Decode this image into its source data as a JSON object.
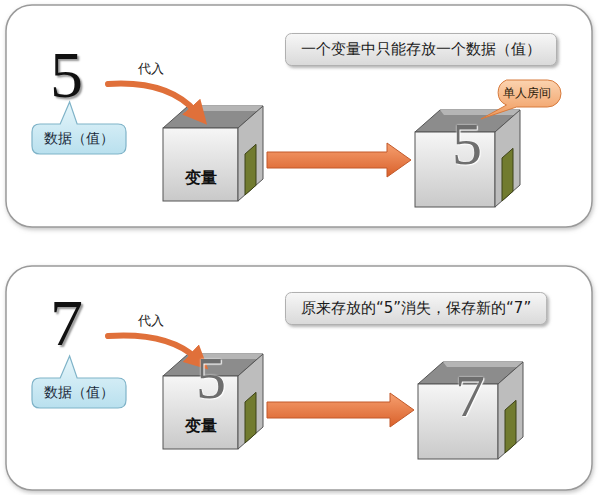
{
  "diagram": {
    "nodes": [
      {
        "text": [
          "一个变量中只能存放一个数据（值）"
        ]
      },
      {
        "text": [
          "数据（值）"
        ]
      },
      {
        "text": [
          "变量"
        ]
      },
      {
        "text": [
          "5"
        ]
      },
      {
        "text": [
          "单人房间"
        ]
      },
      {
        "text": [
          "原来存放的“5”消失，保存新的“7”"
        ]
      },
      {
        "text": [
          "数据（值）"
        ]
      },
      {
        "text": [
          "5",
          "变量"
        ]
      },
      {
        "text": [
          "7"
        ]
      }
    ],
    "edges": [
      {
        "from": 2,
        "to": 3,
        "arrow": "to"
      },
      {
        "from": 7,
        "to": 8,
        "arrow": "to"
      }
    ],
    "labels": [
      "5",
      "代入",
      "7",
      "代入"
    ]
  }
}
